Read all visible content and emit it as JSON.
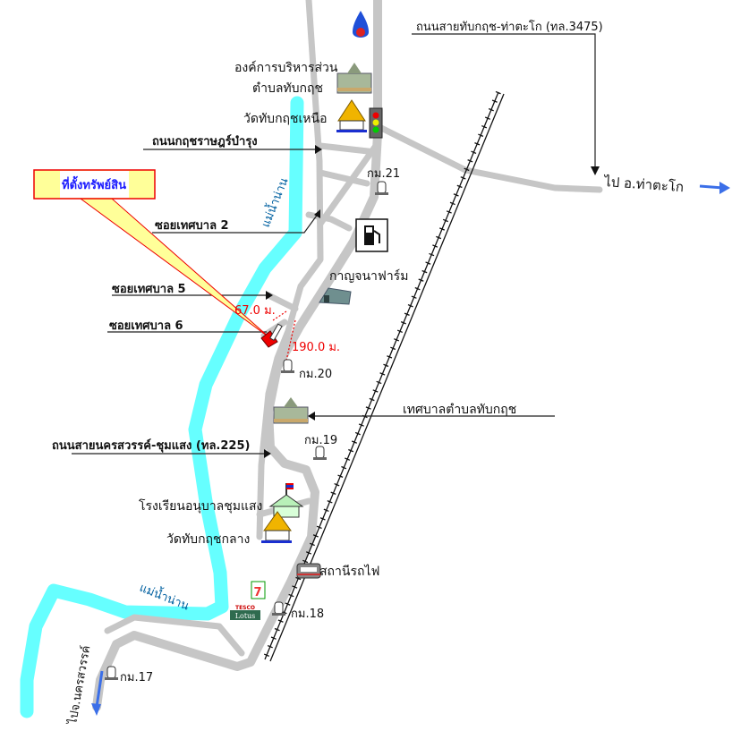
{
  "labels": {
    "road_thapkrit_thatako": "ถนนสายทับกฤช-ท่าตะโก (ทล.3475)",
    "to_thatako": "ไป อ.ท่าตะโก",
    "sao_office_line1": "องค์การบริหารส่วน",
    "sao_office_line2": "ตำบลทับกฤช",
    "wat_north": "วัดทับกฤชเหนือ",
    "road_krit_rat": "ถนนกฤชราษฎร์บำรุง",
    "km21": "กม.21",
    "property": "ที่ตั้งทรัพย์สิน",
    "river_top": "แม่น้ำน่าน",
    "soi2": "ซอยเทศบาล 2",
    "farm": "กาญจนาฟาร์ม",
    "soi5": "ซอยเทศบาล 5",
    "soi6": "ซอยเทศบาล 6",
    "dist1": "67.0 ม.",
    "dist2": "190.0 ม.",
    "km20": "กม.20",
    "municipality": "เทศบาลตำบลทับกฤช",
    "road_225": "ถนนสายนครสวรรค์-ชุมแสง (ทล.225)",
    "km19": "กม.19",
    "school": "โรงเรียนอนุบาลชุมแสง",
    "wat_middle": "วัดทับกฤชกลาง",
    "station": "สถานีรถไฟ",
    "river_bottom": "แม่น้ำน่าน",
    "km18": "กม.18",
    "km17": "กม.17",
    "to_nakhonsawan": "ไปจ.นครสวรรค์",
    "tesco_line1": "TESCO",
    "tesco_line2": "Lotus",
    "seven": "7"
  },
  "colors": {
    "road": "#c6c6c6",
    "river": "#66ffff",
    "direction_arrow": "#3b6fe8",
    "distance": "#ee0000",
    "property_label": "#1a1aff",
    "property_box": "#ffff99"
  }
}
